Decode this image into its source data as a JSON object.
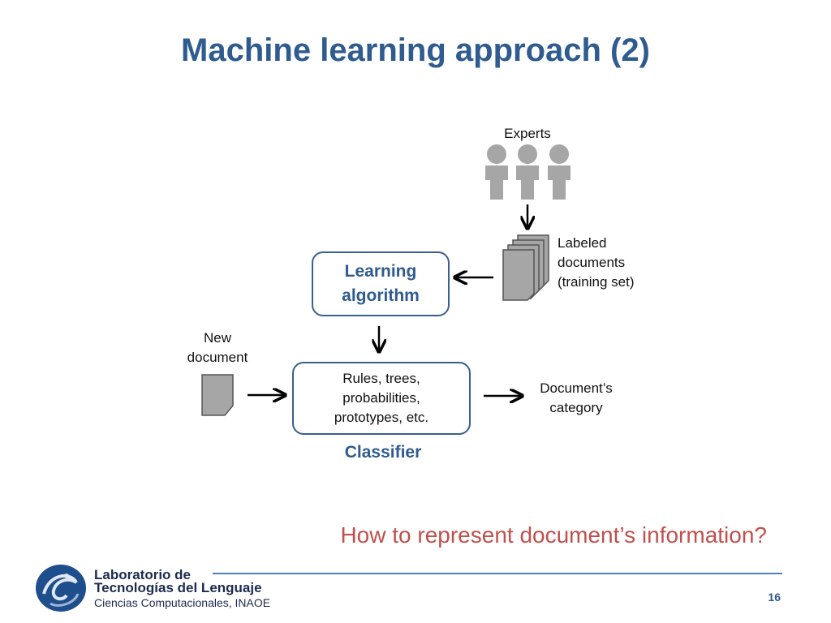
{
  "slide": {
    "title": "Machine learning approach (2)",
    "page_number": "16"
  },
  "diagram": {
    "experts_label": "Experts",
    "labeled_docs_lines": [
      "Labeled",
      "documents",
      "(training set)"
    ],
    "learning_algorithm_lines": [
      "Learning",
      "algorithm"
    ],
    "new_document_lines": [
      "New",
      "document"
    ],
    "classifier_content_lines": [
      "Rules, trees,",
      "probabilities,",
      "prototypes, etc."
    ],
    "classifier_caption": "Classifier",
    "category_lines": [
      "Document’s",
      "category"
    ]
  },
  "question": "How to represent document’s information?",
  "footer": {
    "logo_line1": "Laboratorio de",
    "logo_line2": "Tecnologías del Lenguaje",
    "logo_line3": "Ciencias Computacionales, INAOE"
  },
  "colors": {
    "title": "#2f5b8f",
    "box_border": "#3b5f8c",
    "question": "#c0504d",
    "icon_gray": "#a6a6a6",
    "footer_line": "#4f81bd"
  }
}
